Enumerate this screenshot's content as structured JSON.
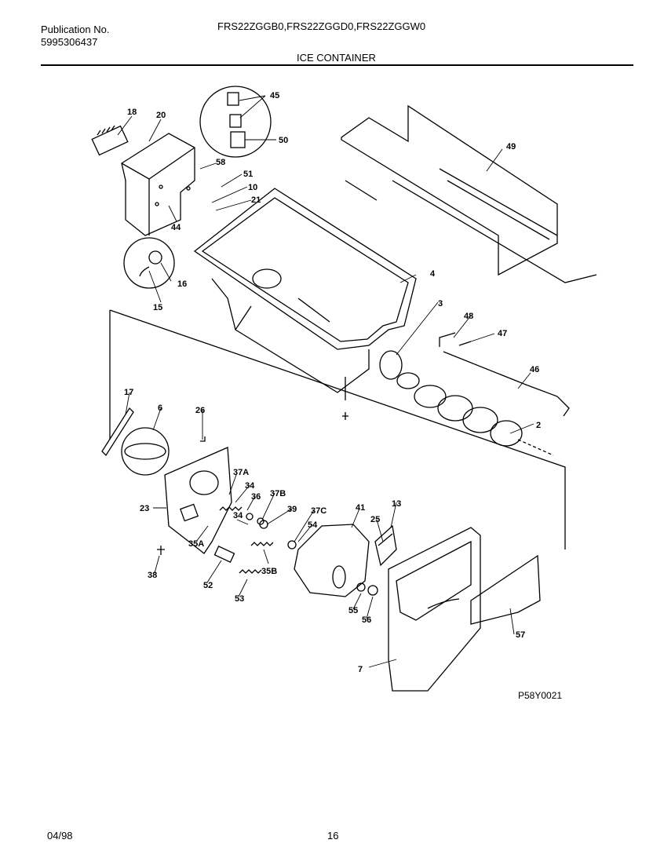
{
  "header": {
    "publication_label": "Publication No.",
    "publication_number": "5995306437",
    "models": "FRS22ZGGB0,FRS22ZGGD0,FRS22ZGGW0",
    "section_title": "ICE CONTAINER"
  },
  "figure": {
    "drawing_code": "P58Y0021",
    "part_labels": {
      "p18": "18",
      "p20": "20",
      "p45": "45",
      "p50": "50",
      "p49": "49",
      "p58": "58",
      "p51": "51",
      "p10": "10",
      "p21": "21",
      "p44": "44",
      "p4": "4",
      "p16": "16",
      "p15": "15",
      "p3": "3",
      "p48": "48",
      "p47": "47",
      "p46": "46",
      "p17": "17",
      "p6": "6",
      "p26": "26",
      "p2": "2",
      "p37A": "37A",
      "p34a": "34",
      "p36": "36",
      "p37B": "37B",
      "p23": "23",
      "p34b": "34",
      "p39": "39",
      "p37C": "37C",
      "p41": "41",
      "p13": "13",
      "p25": "25",
      "p35A": "35A",
      "p54": "54",
      "p35B": "35B",
      "p38": "38",
      "p52": "52",
      "p53": "53",
      "p55": "55",
      "p56": "56",
      "p57": "57",
      "p7": "7"
    }
  },
  "footer": {
    "date": "04/98",
    "page_number": "16"
  }
}
